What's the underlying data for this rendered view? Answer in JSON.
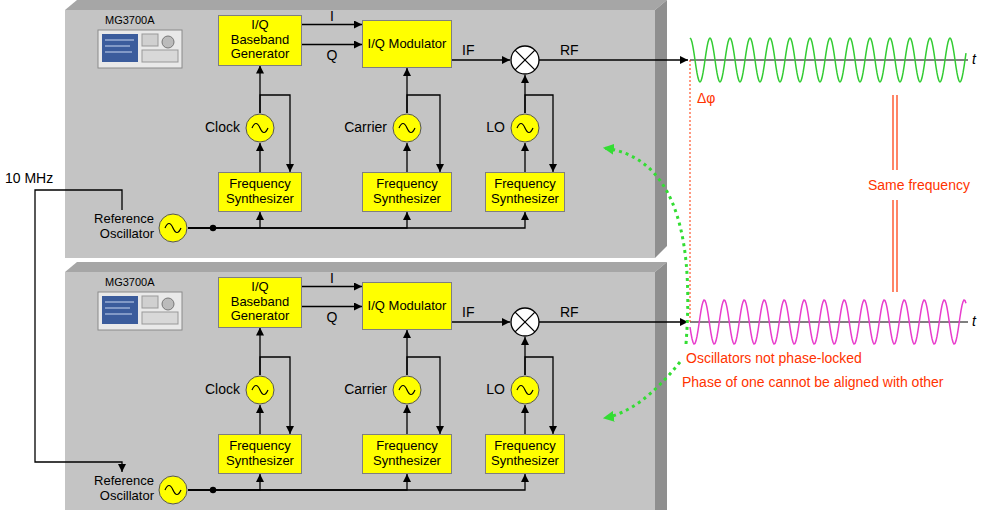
{
  "diagram": {
    "nodes": [
      {
        "text": [
          "MG3700A"
        ]
      },
      {
        "text": [
          "I/Q Baseband Generator"
        ],
        "in": 0
      },
      {
        "text": [
          "I/Q Modulator"
        ],
        "in": 0
      },
      {
        "text": [
          "Clock"
        ],
        "in": 0
      },
      {
        "text": [
          "Carrier"
        ],
        "in": 0
      },
      {
        "text": [
          "LO"
        ],
        "in": 0
      },
      {
        "text": [
          "Frequency Synthesizer"
        ],
        "in": 0
      },
      {
        "text": [
          "Frequency Synthesizer"
        ],
        "in": 0
      },
      {
        "text": [
          "Frequency Synthesizer"
        ],
        "in": 0
      },
      {
        "text": [
          "Reference Oscillator"
        ],
        "in": 0
      },
      {
        "text": [
          "MG3700A"
        ]
      },
      {
        "text": [
          "I/Q Baseband Generator"
        ],
        "in": 10
      },
      {
        "text": [
          "I/Q Modulator"
        ],
        "in": 10
      },
      {
        "text": [
          "Clock"
        ],
        "in": 10
      },
      {
        "text": [
          "Carrier"
        ],
        "in": 10
      },
      {
        "text": [
          "LO"
        ],
        "in": 10
      },
      {
        "text": [
          "Frequency Synthesizer"
        ],
        "in": 10
      },
      {
        "text": [
          "Frequency Synthesizer"
        ],
        "in": 10
      },
      {
        "text": [
          "Frequency Synthesizer"
        ],
        "in": 10
      },
      {
        "text": [
          "Reference Oscillator"
        ],
        "in": 10
      }
    ],
    "edges": [
      {
        "from": 1,
        "to": 2,
        "arrow": "to",
        "label": "I"
      },
      {
        "from": 1,
        "to": 2,
        "arrow": "to",
        "label": "Q"
      },
      {
        "from": 6,
        "to": 3,
        "arrow": "to"
      },
      {
        "from": 3,
        "to": 1,
        "arrow": "to"
      },
      {
        "from": 3,
        "to": 6,
        "arrow": "to"
      },
      {
        "from": 7,
        "to": 4,
        "arrow": "to"
      },
      {
        "from": 4,
        "to": 2,
        "arrow": "to"
      },
      {
        "from": 4,
        "to": 7,
        "arrow": "to"
      },
      {
        "from": 8,
        "to": 5,
        "arrow": "to"
      },
      {
        "from": 5,
        "to": 8,
        "arrow": "to"
      },
      {
        "from": 9,
        "to": 6,
        "arrow": "to"
      },
      {
        "from": 9,
        "to": 7,
        "arrow": "to"
      },
      {
        "from": 9,
        "to": 8,
        "arrow": "to"
      },
      {
        "from": 9,
        "to": 19,
        "arrow": "to",
        "label": "10 MHz"
      },
      {
        "from": 11,
        "to": 12,
        "arrow": "to",
        "label": "I"
      },
      {
        "from": 11,
        "to": 12,
        "arrow": "to",
        "label": "Q"
      },
      {
        "from": 16,
        "to": 13,
        "arrow": "to"
      },
      {
        "from": 13,
        "to": 11,
        "arrow": "to"
      },
      {
        "from": 13,
        "to": 16,
        "arrow": "to"
      },
      {
        "from": 17,
        "to": 14,
        "arrow": "to"
      },
      {
        "from": 14,
        "to": 12,
        "arrow": "to"
      },
      {
        "from": 14,
        "to": 17,
        "arrow": "to"
      },
      {
        "from": 18,
        "to": 15,
        "arrow": "to"
      },
      {
        "from": 15,
        "to": 18,
        "arrow": "to"
      },
      {
        "from": 19,
        "to": 16,
        "arrow": "to"
      },
      {
        "from": 19,
        "to": 17,
        "arrow": "to"
      },
      {
        "from": 19,
        "to": 18,
        "arrow": "to"
      }
    ],
    "labels": [
      "IF",
      "RF",
      "IF",
      "RF",
      "t",
      "Δφ",
      "Same frequency",
      "t",
      "Oscillators not phase-locked",
      "Phase of one cannot be aligned with other"
    ]
  }
}
